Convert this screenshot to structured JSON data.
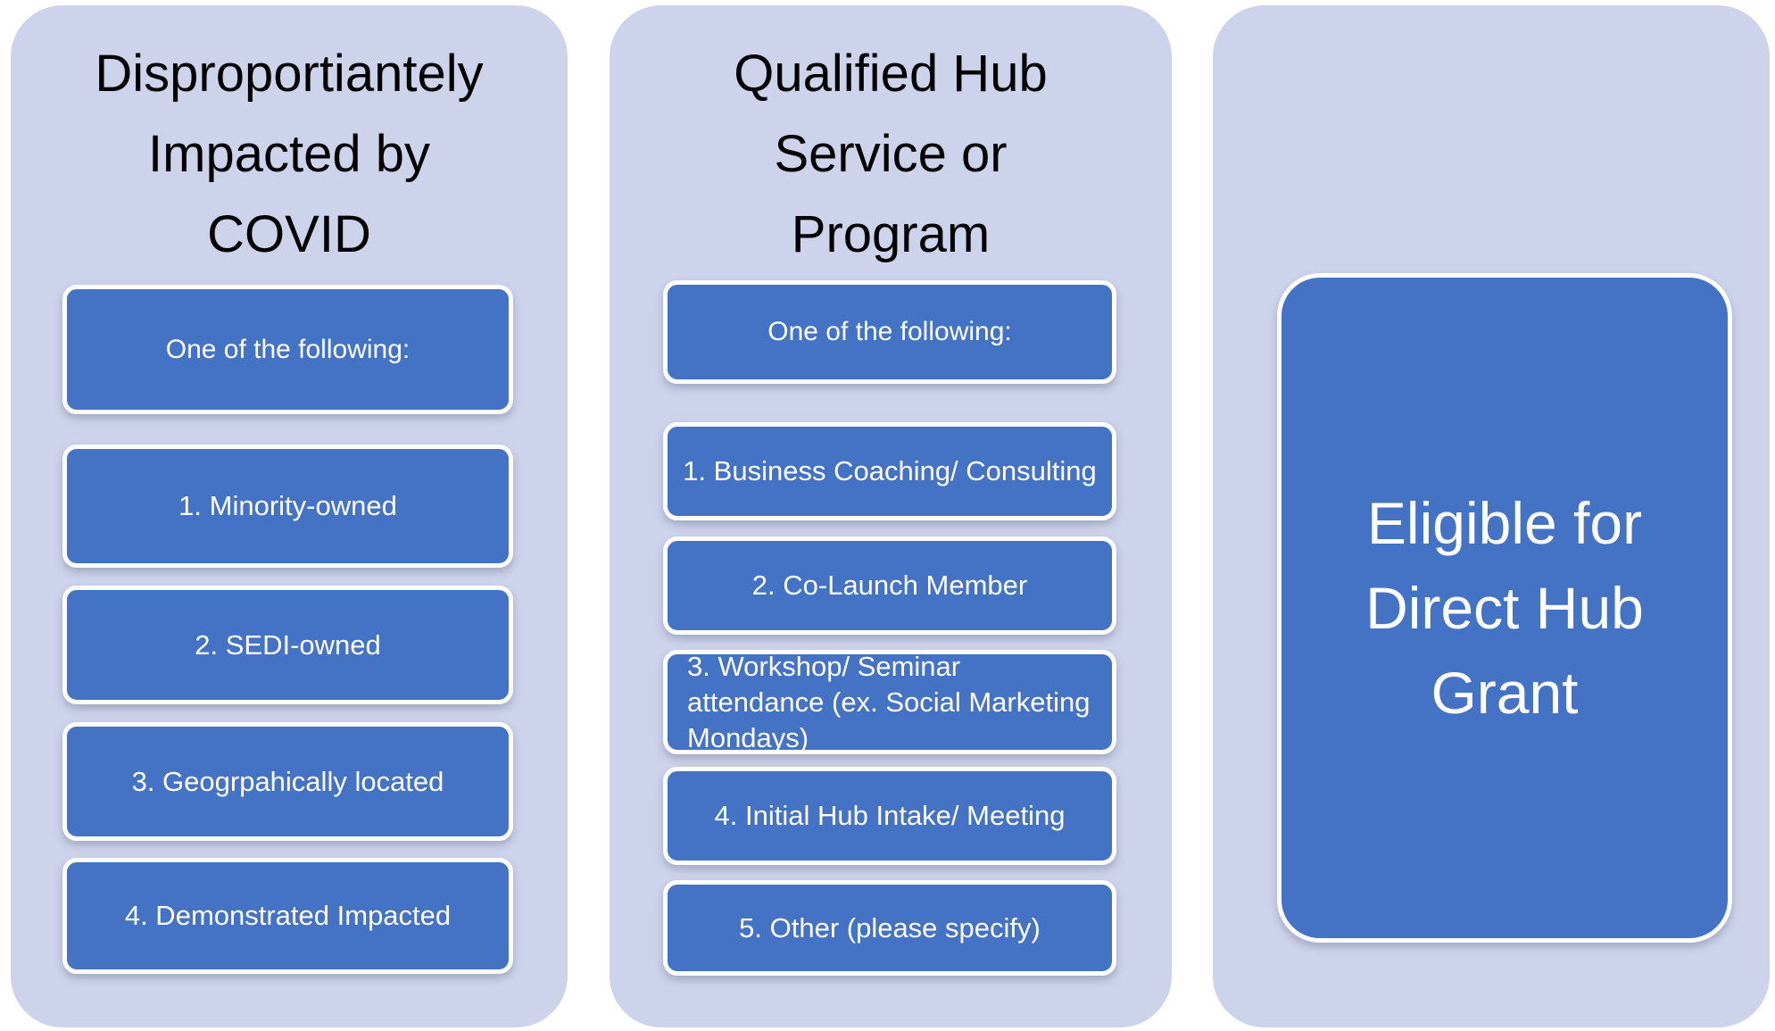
{
  "diagram": {
    "description": "Eligibility flow diagram with three columns",
    "colors": {
      "page_background": "#ffffff",
      "panel_fill": "#cdd3ea",
      "box_fill": "#4472c4",
      "box_border": "#ffffff",
      "title_text": "#000000",
      "box_text": "#ffffff"
    },
    "columns": [
      {
        "title": "Disproportiantely\nImpacted by\nCOVID",
        "boxes": [
          "One of the following:",
          "1. Minority-owned",
          "2. SEDI-owned",
          "3. Geogrpahically located",
          "4. Demonstrated Impacted"
        ]
      },
      {
        "title": "Qualified Hub\nService or\nProgram",
        "boxes": [
          "One of the following:",
          "1. Business Coaching/ Consulting",
          "2. Co-Launch Member",
          "3. Workshop/ Seminar attendance (ex. Social Marketing Mondays)",
          "4. Initial Hub Intake/ Meeting",
          "5. Other (please specify)"
        ]
      },
      {
        "title": "",
        "result_label": "Eligible for\nDirect Hub\nGrant"
      }
    ]
  }
}
